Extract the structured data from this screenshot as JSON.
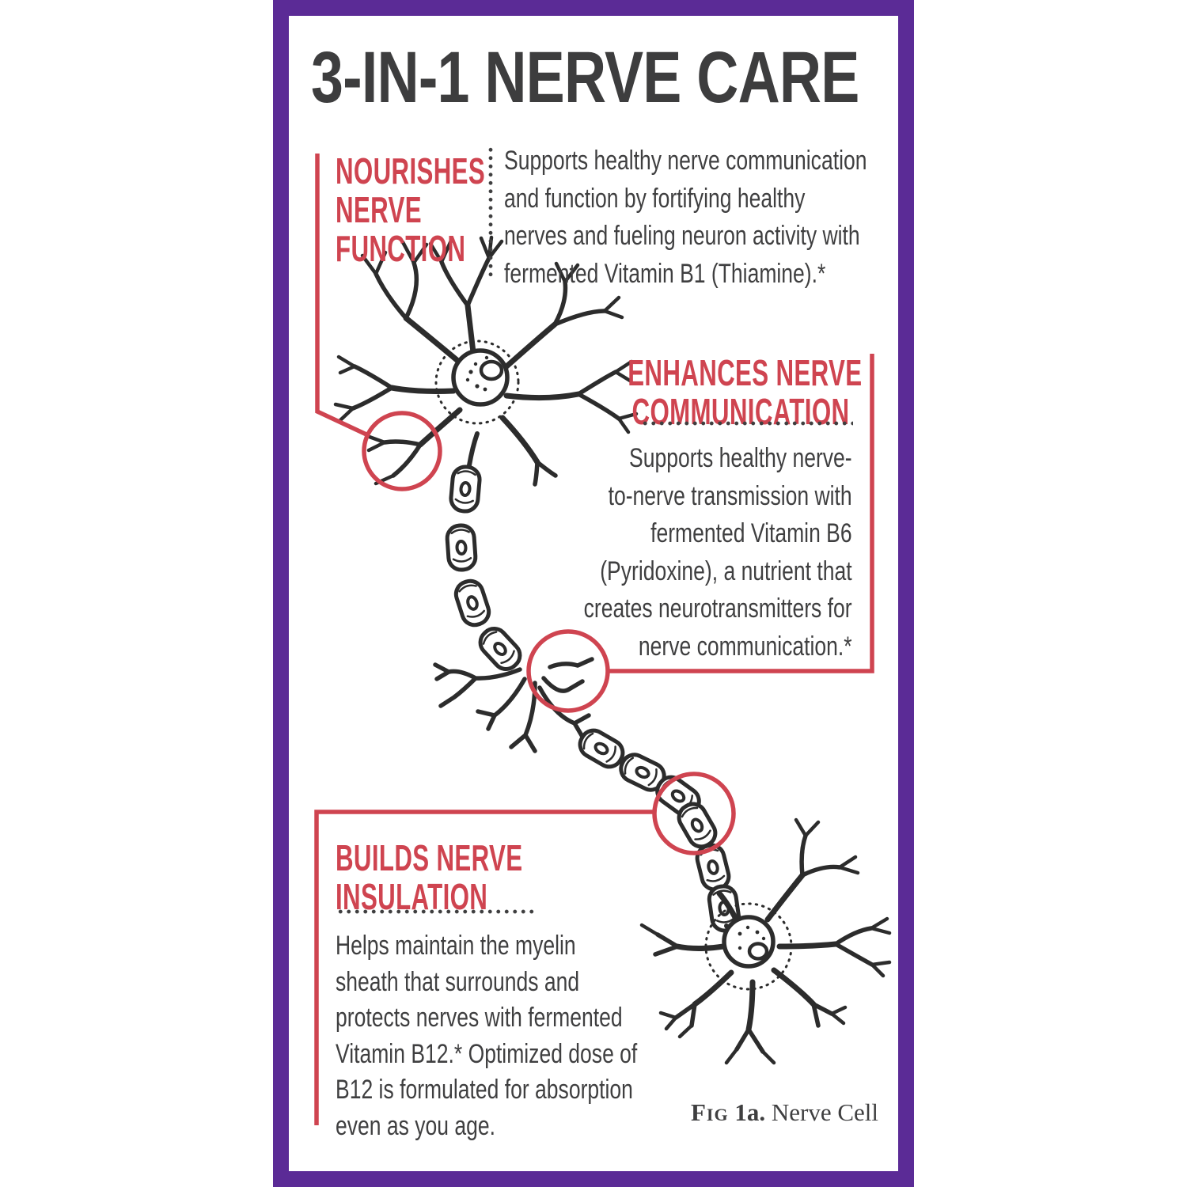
{
  "title": "3-IN-1 NERVE CARE",
  "colors": {
    "accent_red": "#cf4450",
    "frame_purple": "#5b2b96",
    "text_dark": "#3f3f40",
    "title_dark": "#3d3d3e",
    "ink": "#2c2c2c"
  },
  "sections": [
    {
      "id": "nourishes-nerve-function",
      "heading_lines": [
        "NOURISHES",
        "NERVE",
        "FUNCTION"
      ],
      "body_lines": [
        "Supports healthy nerve communication",
        "and function by fortifying healthy",
        "nerves and fueling neuron activity with",
        "fermented Vitamin B1 (Thiamine).*"
      ]
    },
    {
      "id": "enhances-nerve-communication",
      "heading_lines": [
        "ENHANCES NERVE",
        "COMMUNICATION"
      ],
      "body_lines": [
        "Supports healthy nerve-",
        "to-nerve transmission with",
        "fermented Vitamin B6",
        "(Pyridoxine), a nutrient that",
        "creates neurotransmitters for",
        "nerve communication.*"
      ]
    },
    {
      "id": "builds-nerve-insulation",
      "heading_lines": [
        "BUILDS NERVE",
        "INSULATION"
      ],
      "body_lines": [
        "Helps maintain the myelin",
        "sheath that surrounds and",
        "protects nerves with fermented",
        "Vitamin B12.* Optimized dose of",
        "B12 is formulated for absorption",
        "even as you age."
      ]
    }
  ],
  "figure_caption": {
    "fig": "Fig",
    "number": "1a.",
    "label": "Nerve Cell"
  },
  "illustration": {
    "name": "nerve-cell-line-drawing",
    "highlight_circles": 3
  }
}
